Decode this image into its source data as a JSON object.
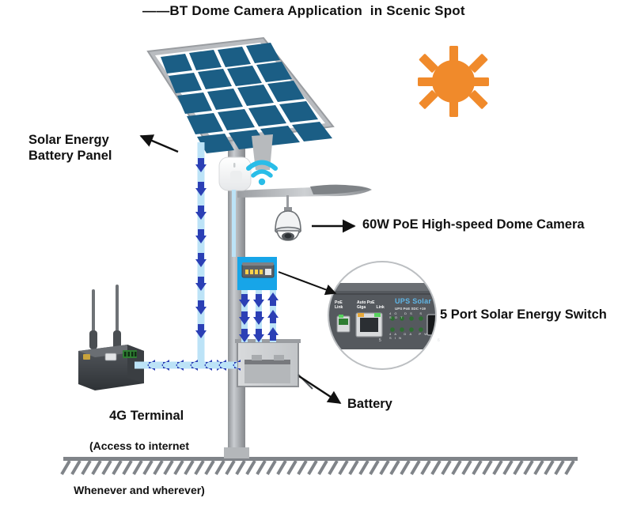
{
  "title": "——BT Dome Camera Application  in Scenic Spot",
  "labels": {
    "solar_panel": "Solar Energy\nBattery Panel",
    "camera": "60W PoE High-speed Dome Camera",
    "switch": "5 Port Solar Energy Switch",
    "battery": "Battery",
    "terminal_title": "4G Terminal",
    "terminal_sub1": "(Access to internet",
    "terminal_sub2": "Whenever and wherever)"
  },
  "switch_detail": {
    "poe_label_top": "PoE",
    "poe_label_bottom": "Link",
    "auto_poe_top": "Auto PoE",
    "auto_poe_giga": "Giga",
    "auto_poe_link": "Link",
    "brand": "UPS Solar",
    "brand_sub": "UPS PoE  SDC +19",
    "port_num_left": "5",
    "port_num_right": "6",
    "leds_top": [
      "4G",
      "DS",
      "S",
      "SOT"
    ],
    "leds_bottom": [
      "4A",
      "DA",
      "PW",
      "SIN"
    ]
  },
  "icons": {
    "sun": "sun-icon",
    "wifi": "wifi-icon",
    "camera": "dome-camera-icon",
    "solar_panel": "solar-panel-icon",
    "battery": "battery-icon",
    "terminal": "4g-terminal-icon",
    "switch": "network-switch-icon"
  },
  "colors": {
    "sun": "#F08A2B",
    "wifi": "#29BDE8",
    "panel_cell": "#1B5E85",
    "panel_frame": "#A9ACB0",
    "cable": "#BCE3F7",
    "cable_arrow": "#2B3FB5",
    "pole": "#9A9DA1",
    "switch_box": "#17A5E8",
    "text": "#111111"
  },
  "chart_data": null
}
